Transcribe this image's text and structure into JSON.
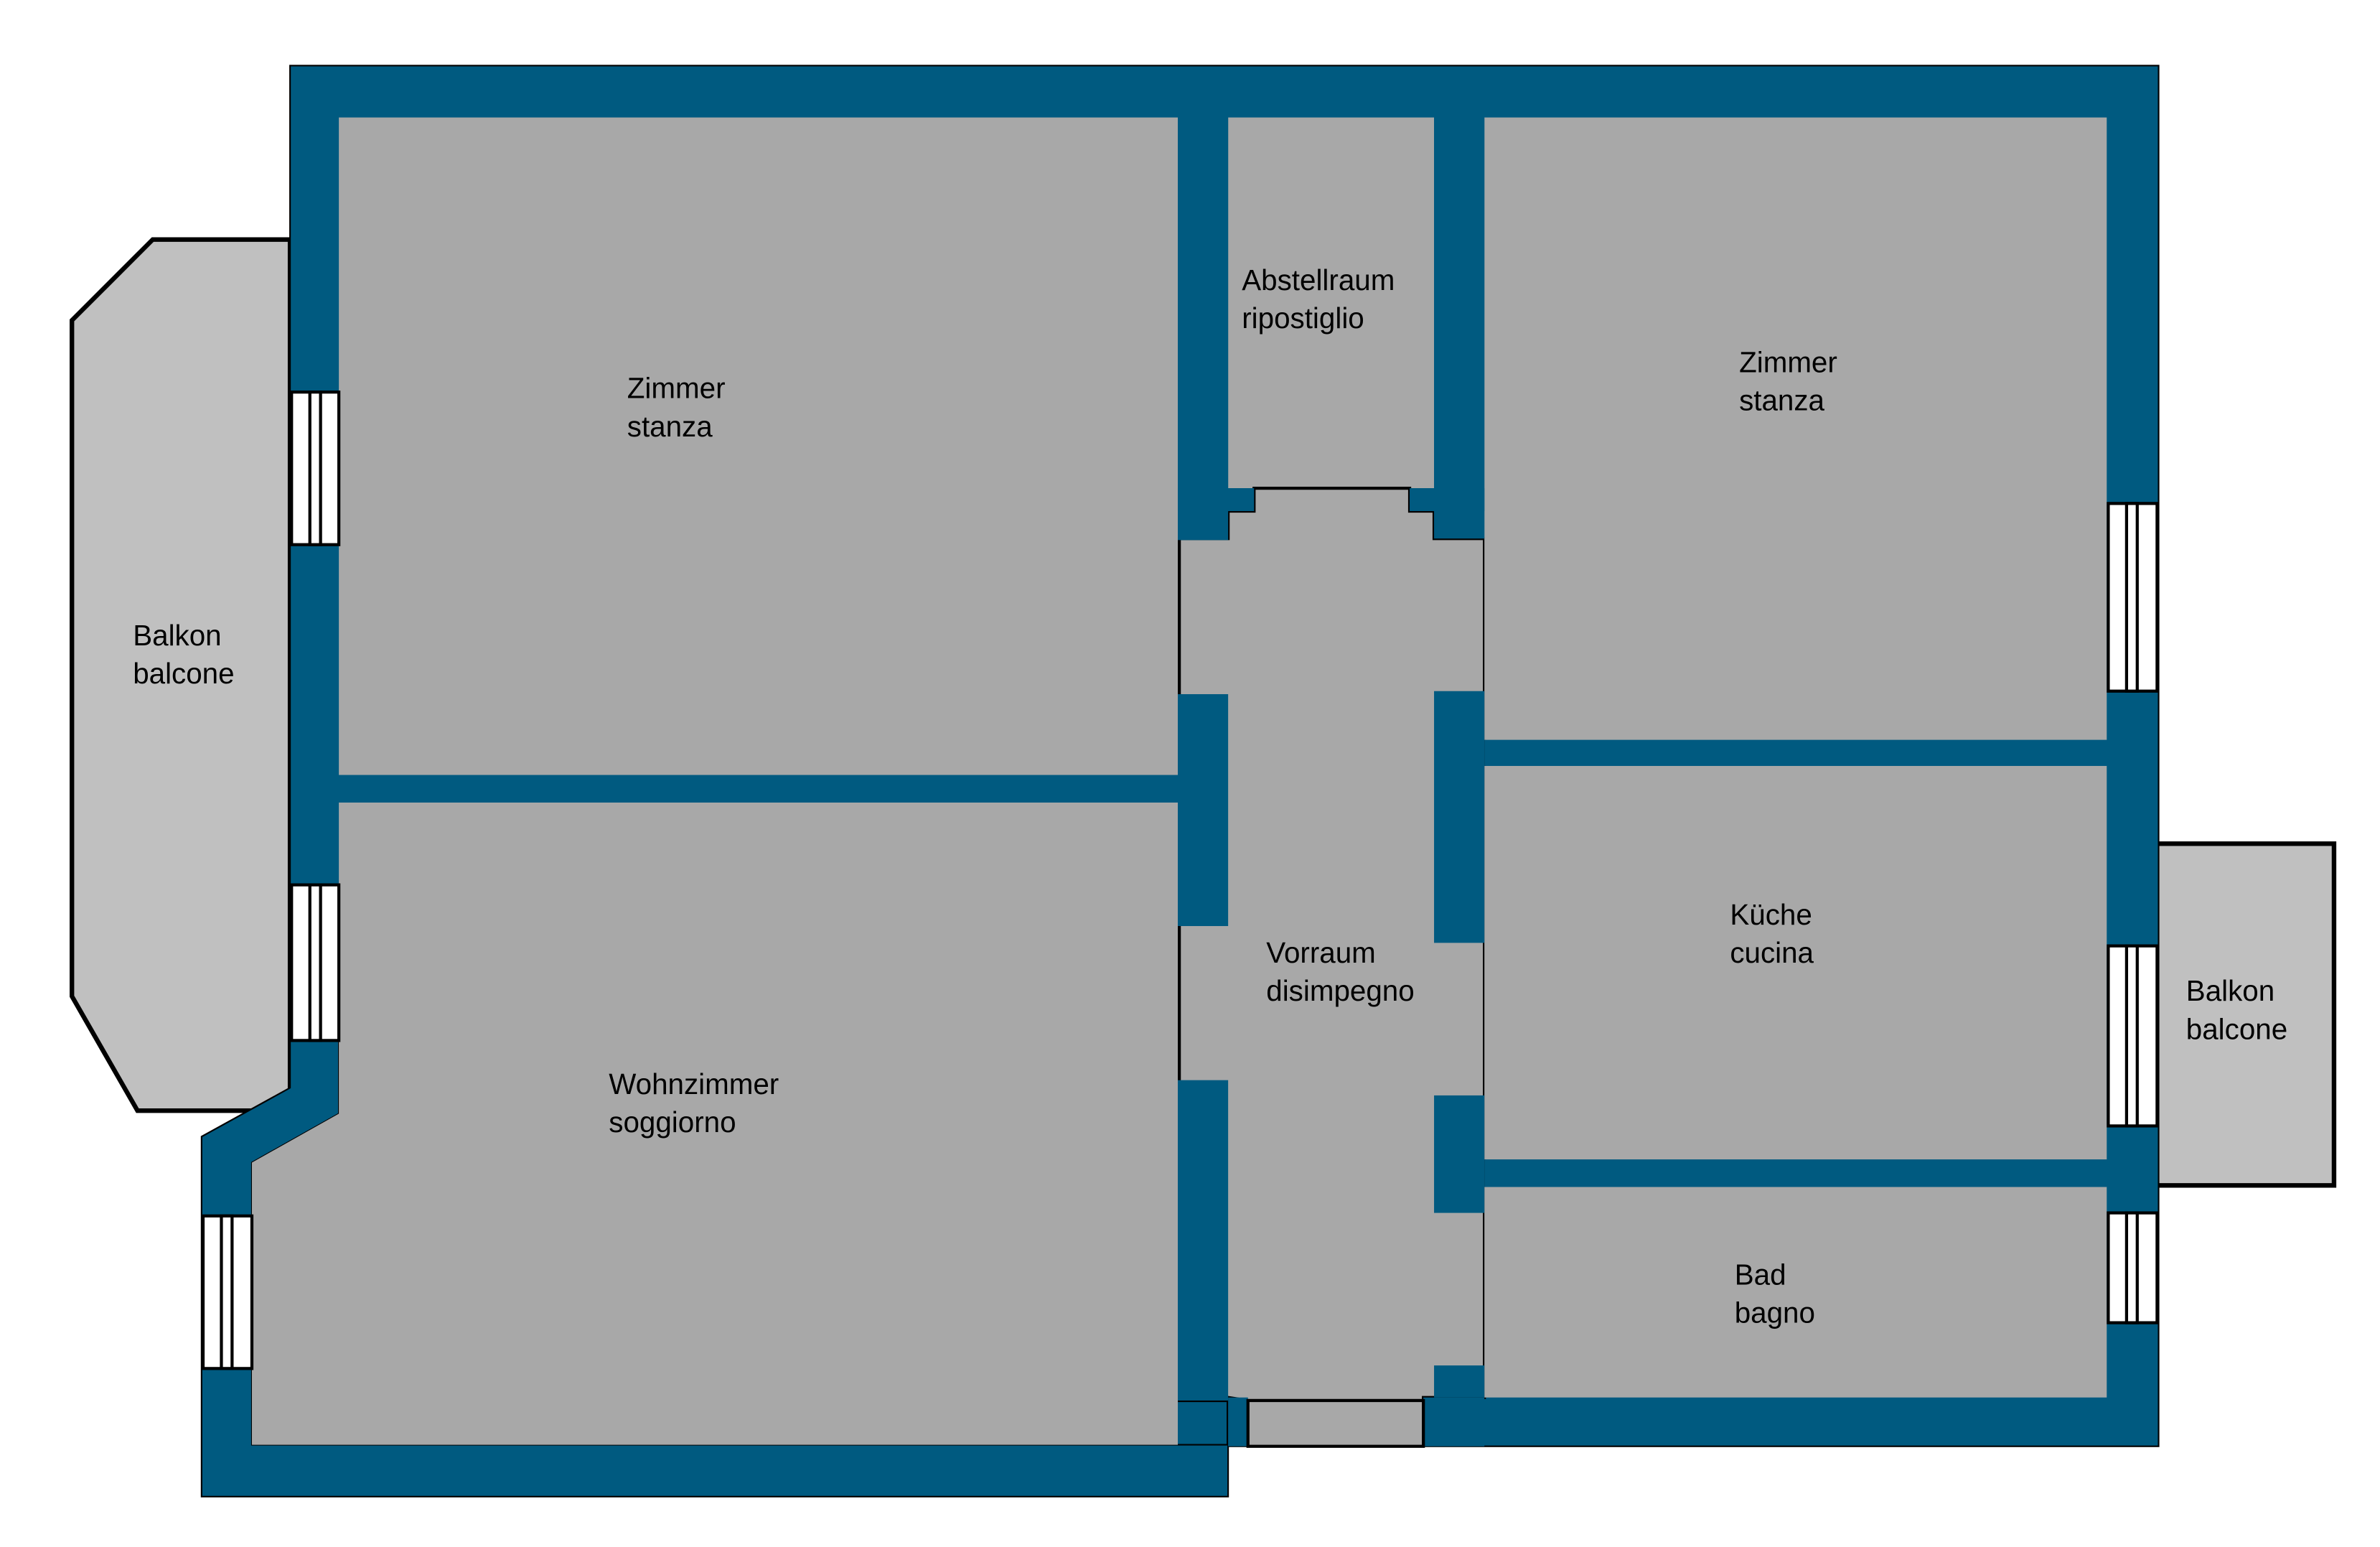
{
  "colors": {
    "wall": "#005a80",
    "room": "#a8a8a8",
    "balcony": "#c0c0c0",
    "window": "#ffffff"
  },
  "rooms": {
    "zimmer_left": {
      "de": "Zimmer",
      "it": "stanza"
    },
    "abstellraum": {
      "de": "Abstellraum",
      "it": "ripostiglio"
    },
    "zimmer_right": {
      "de": "Zimmer",
      "it": "stanza"
    },
    "balkon_left": {
      "de": "Balkon",
      "it": "balcone"
    },
    "vorraum": {
      "de": "Vorraum",
      "it": "disimpegno"
    },
    "kueche": {
      "de": "Küche",
      "it": "cucina"
    },
    "balkon_right": {
      "de": "Balkon",
      "it": "balcone"
    },
    "wohnzimmer": {
      "de": "Wohnzimmer",
      "it": "soggiorno"
    },
    "bad": {
      "de": "Bad",
      "it": "bagno"
    }
  }
}
